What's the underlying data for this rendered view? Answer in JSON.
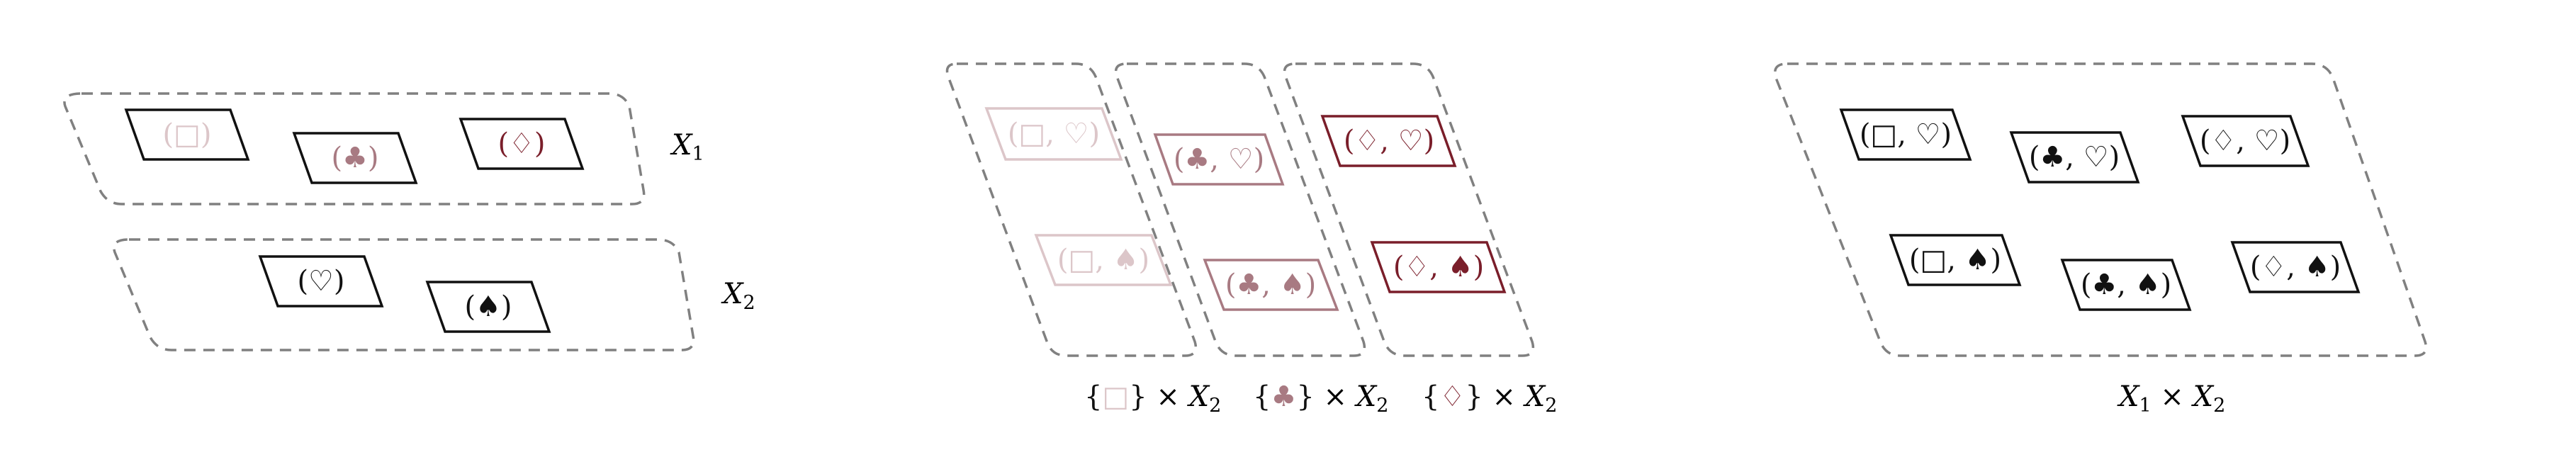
{
  "colors": {
    "black": "#111111",
    "square": "#dcc6c9",
    "club": "#a87a82",
    "diamond": "#7a1e2a",
    "dash": "#808080"
  },
  "panel_left": {
    "x1": {
      "items": [
        "(□)",
        "(♣)",
        "(♢)"
      ],
      "caption_main": "X",
      "caption_sub": "1"
    },
    "x2": {
      "items": [
        "(♡)",
        "(♠)"
      ],
      "caption_main": "X",
      "caption_sub": "2"
    }
  },
  "panel_middle": {
    "columns": [
      {
        "items": [
          "(□, ♡)",
          "(□, ♠)"
        ],
        "caption_set": "{□}",
        "caption_rest": " × X",
        "caption_sub": "2"
      },
      {
        "items": [
          "(♣, ♡)",
          "(♣, ♠)"
        ],
        "caption_set": "{♣}",
        "caption_rest": " × X",
        "caption_sub": "2"
      },
      {
        "items": [
          "(♢, ♡)",
          "(♢, ♠)"
        ],
        "caption_set": "{♢}",
        "caption_rest": " × X",
        "caption_sub": "2"
      }
    ]
  },
  "panel_right": {
    "items": [
      "(□, ♡)",
      "(♣, ♡)",
      "(♢, ♡)",
      "(□, ♠)",
      "(♣, ♠)",
      "(♢, ♠)"
    ],
    "caption_a": "X",
    "caption_a_sub": "1",
    "caption_mid": " × X",
    "caption_b_sub": "2"
  }
}
